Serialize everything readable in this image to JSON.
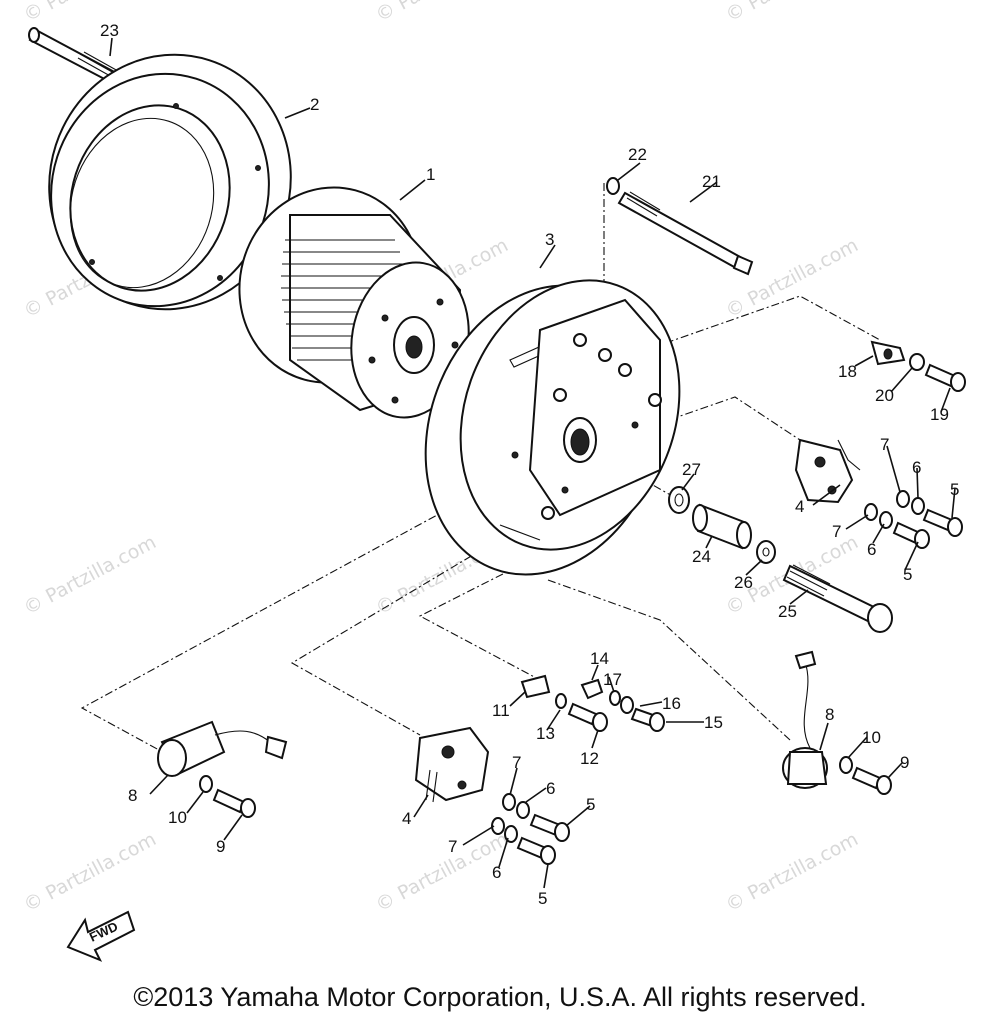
{
  "watermark": "© Partzilla.com",
  "fwd_label": "FWD",
  "copyright": "©2013 Yamaha Motor Corporation, U.S.A. All rights reserved.",
  "callouts": [
    {
      "id": "c23",
      "text": "23"
    },
    {
      "id": "c2",
      "text": "2"
    },
    {
      "id": "c1",
      "text": "1"
    },
    {
      "id": "c22",
      "text": "22"
    },
    {
      "id": "c21",
      "text": "21"
    },
    {
      "id": "c3",
      "text": "3"
    },
    {
      "id": "c18",
      "text": "18"
    },
    {
      "id": "c20",
      "text": "20"
    },
    {
      "id": "c19",
      "text": "19"
    },
    {
      "id": "c7a",
      "text": "7"
    },
    {
      "id": "c6a",
      "text": "6"
    },
    {
      "id": "c5a",
      "text": "5"
    },
    {
      "id": "c4a",
      "text": "4"
    },
    {
      "id": "c7b",
      "text": "7"
    },
    {
      "id": "c6b",
      "text": "6"
    },
    {
      "id": "c5b",
      "text": "5"
    },
    {
      "id": "c27",
      "text": "27"
    },
    {
      "id": "c24",
      "text": "24"
    },
    {
      "id": "c26",
      "text": "26"
    },
    {
      "id": "c25",
      "text": "25"
    },
    {
      "id": "c14",
      "text": "14"
    },
    {
      "id": "c17",
      "text": "17"
    },
    {
      "id": "c16",
      "text": "16"
    },
    {
      "id": "c15",
      "text": "15"
    },
    {
      "id": "c11",
      "text": "11"
    },
    {
      "id": "c13",
      "text": "13"
    },
    {
      "id": "c12",
      "text": "12"
    },
    {
      "id": "c8a",
      "text": "8"
    },
    {
      "id": "c10a",
      "text": "10"
    },
    {
      "id": "c9a",
      "text": "9"
    },
    {
      "id": "c8b",
      "text": "8"
    },
    {
      "id": "c10b",
      "text": "10"
    },
    {
      "id": "c9b",
      "text": "9"
    },
    {
      "id": "c4b",
      "text": "4"
    },
    {
      "id": "c7c",
      "text": "7"
    },
    {
      "id": "c6c",
      "text": "6"
    },
    {
      "id": "c5c",
      "text": "5"
    },
    {
      "id": "c7d",
      "text": "7"
    },
    {
      "id": "c6d",
      "text": "6"
    },
    {
      "id": "c5d",
      "text": "5"
    }
  ]
}
